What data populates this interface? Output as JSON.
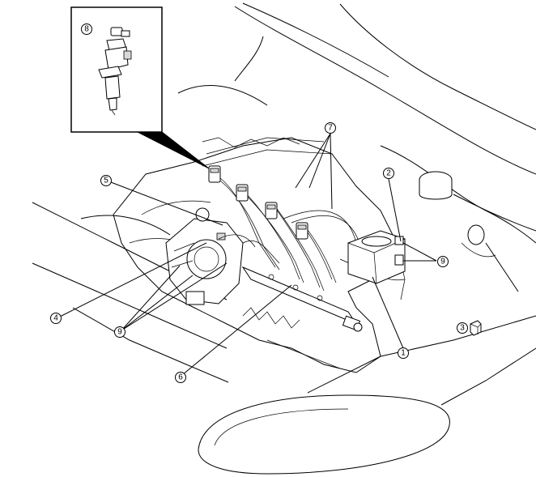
{
  "callouts": {
    "c1": "1",
    "c2": "2",
    "c3": "3",
    "c4": "4",
    "c5": "5",
    "c6": "6",
    "c7": "7",
    "c8": "8",
    "c9a": "9",
    "c9b": "9"
  },
  "icons": {
    "connector": "connector-icon",
    "injector": "fuel-injector-icon"
  },
  "colors": {
    "line": "#000000",
    "background": "#ffffff"
  }
}
